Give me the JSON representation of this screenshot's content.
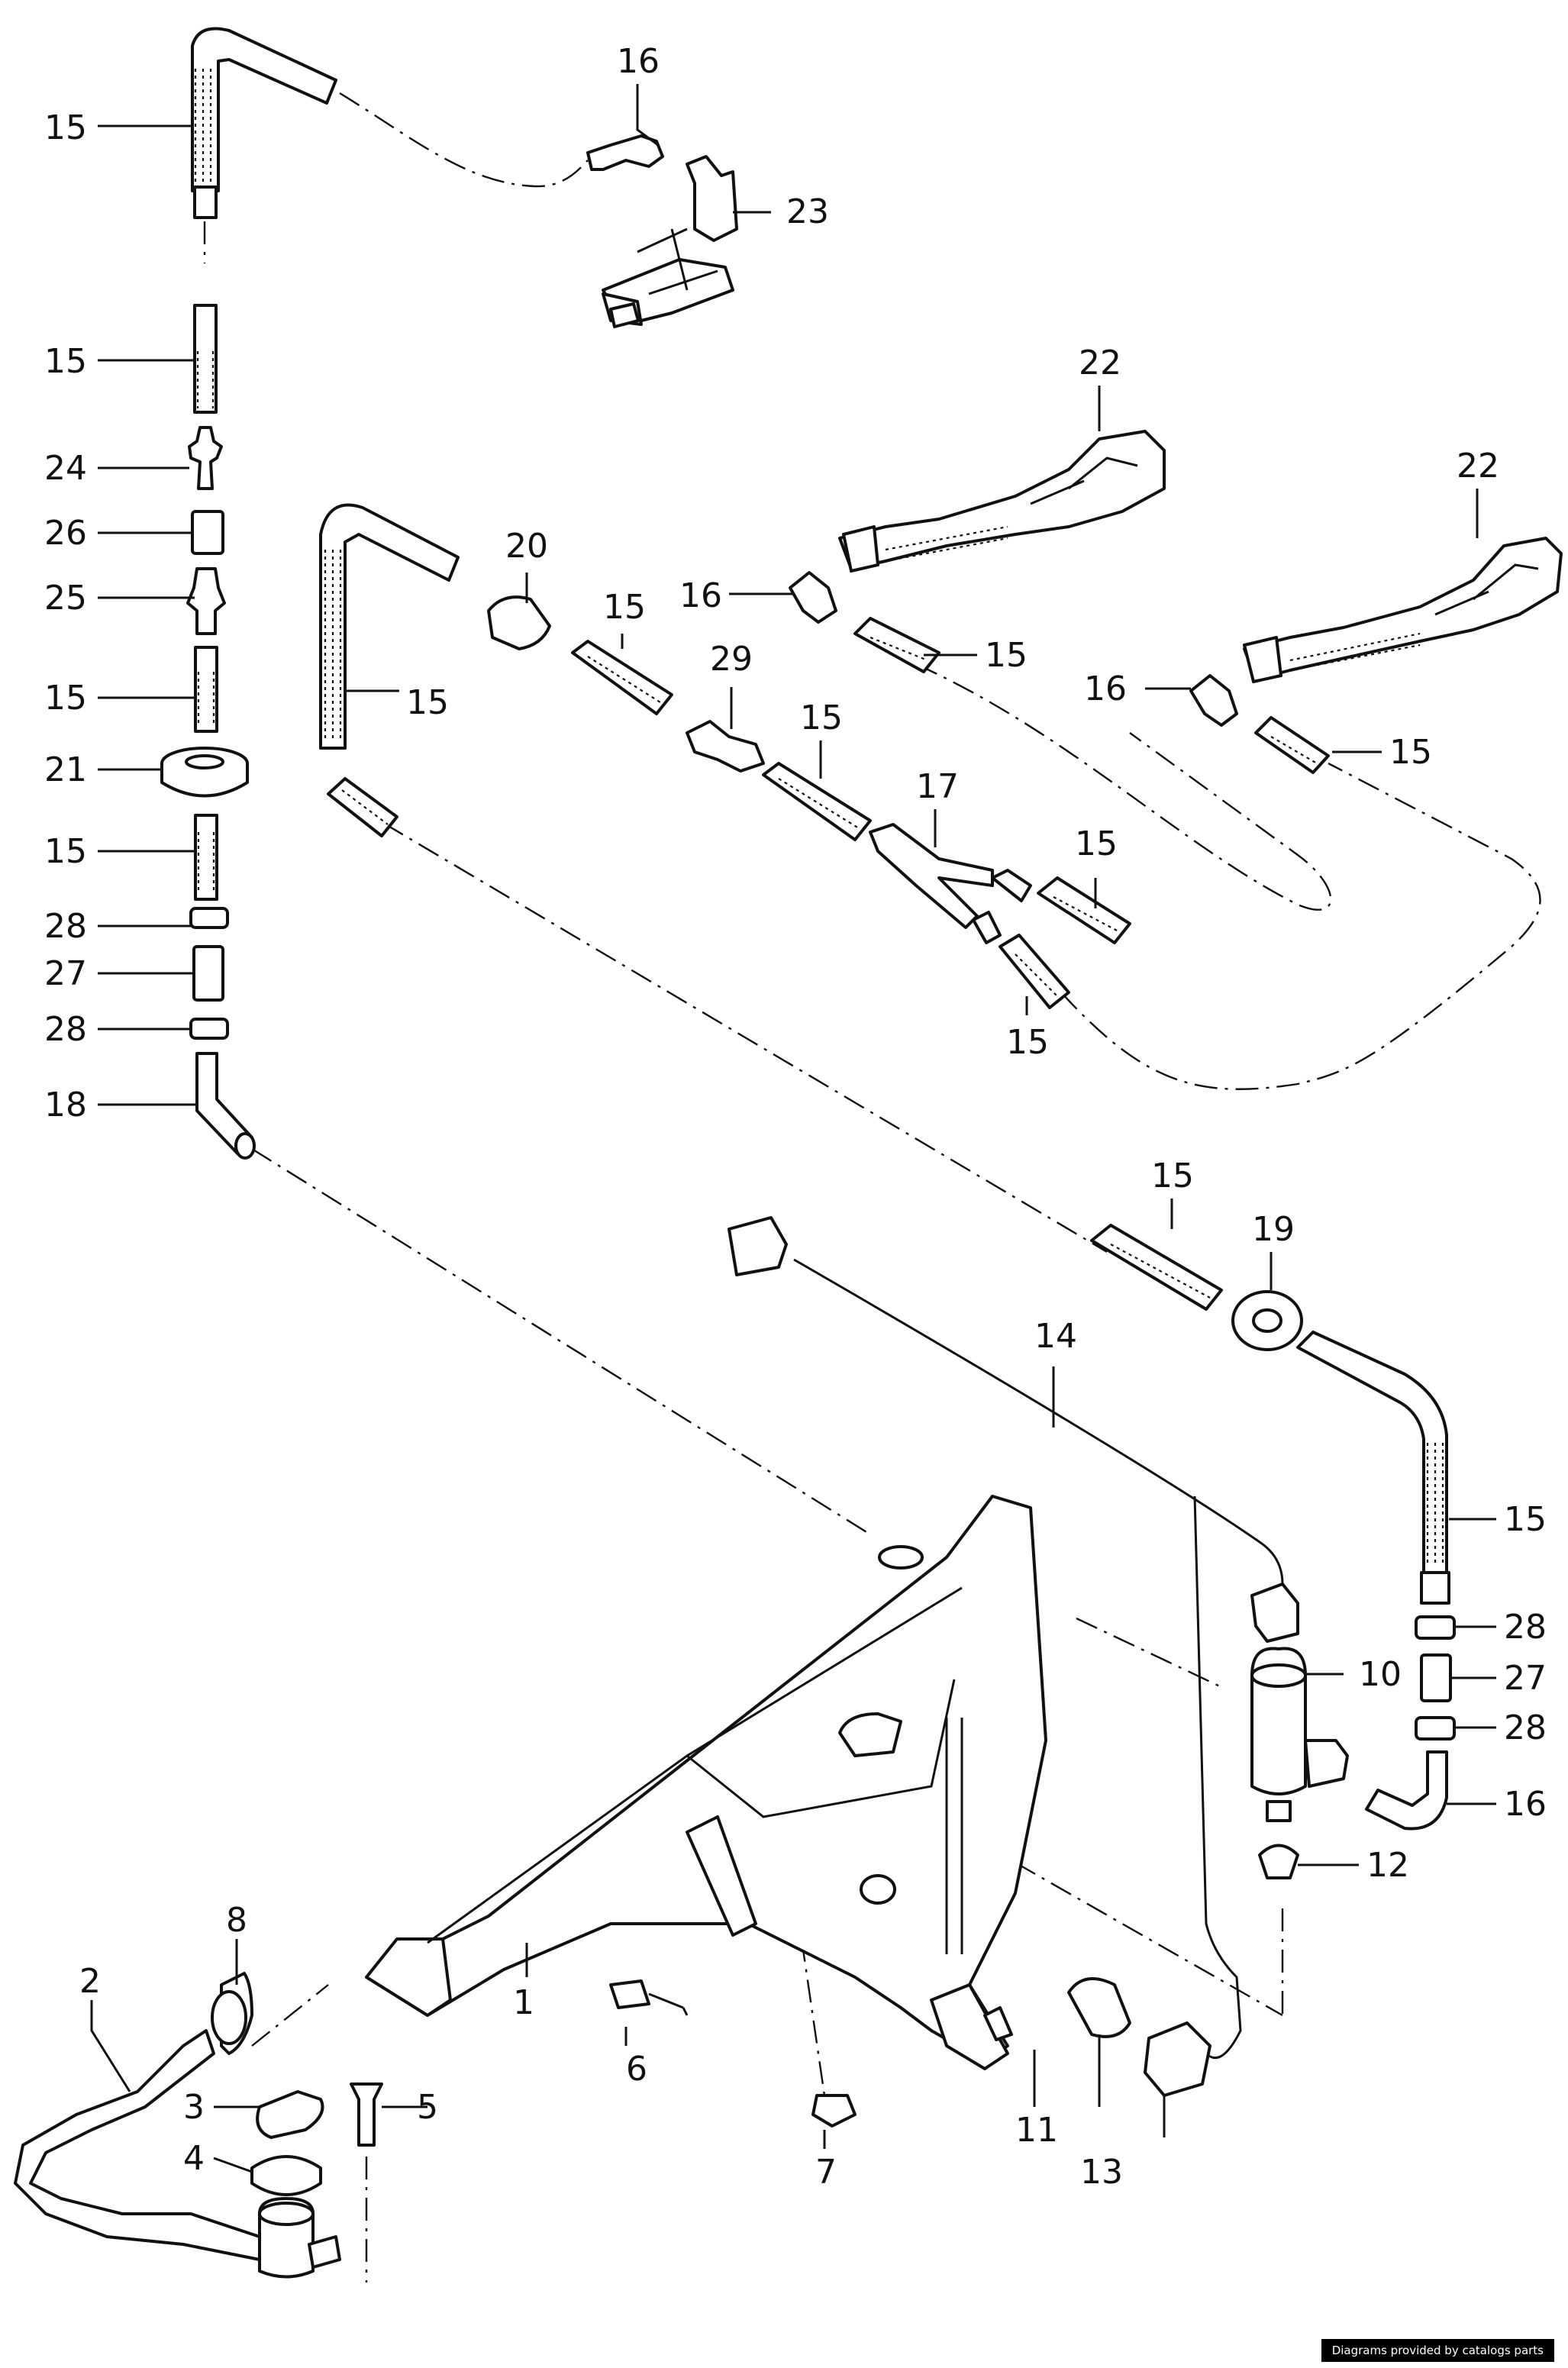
{
  "labels": {
    "p15a": "15",
    "p16a": "16",
    "p23": "23",
    "p15b": "15",
    "p24": "24",
    "p26": "26",
    "p25": "25",
    "p15c": "15",
    "p21": "21",
    "p15d": "15",
    "p28a": "28",
    "p27a": "27",
    "p28b": "28",
    "p18": "18",
    "p22a": "22",
    "p22b": "22",
    "p20": "20",
    "p15e": "15",
    "p16b": "16",
    "p15f": "15",
    "p29": "29",
    "p15g": "15",
    "p15h": "15",
    "p16c": "16",
    "p15i": "15",
    "p17": "17",
    "p15j": "15",
    "p15k": "15",
    "p15l": "15",
    "p19": "19",
    "p14": "14",
    "p15m": "15",
    "p28c": "28",
    "p10": "10",
    "p27b": "27",
    "p28d": "28",
    "p16d": "16",
    "p12": "12",
    "p8": "8",
    "p2": "2",
    "p1": "1",
    "p3": "3",
    "p5": "5",
    "p6": "6",
    "p4": "4",
    "p7": "7",
    "p11": "11",
    "p13": "13"
  },
  "credit": "Diagrams provided by catalogs parts"
}
